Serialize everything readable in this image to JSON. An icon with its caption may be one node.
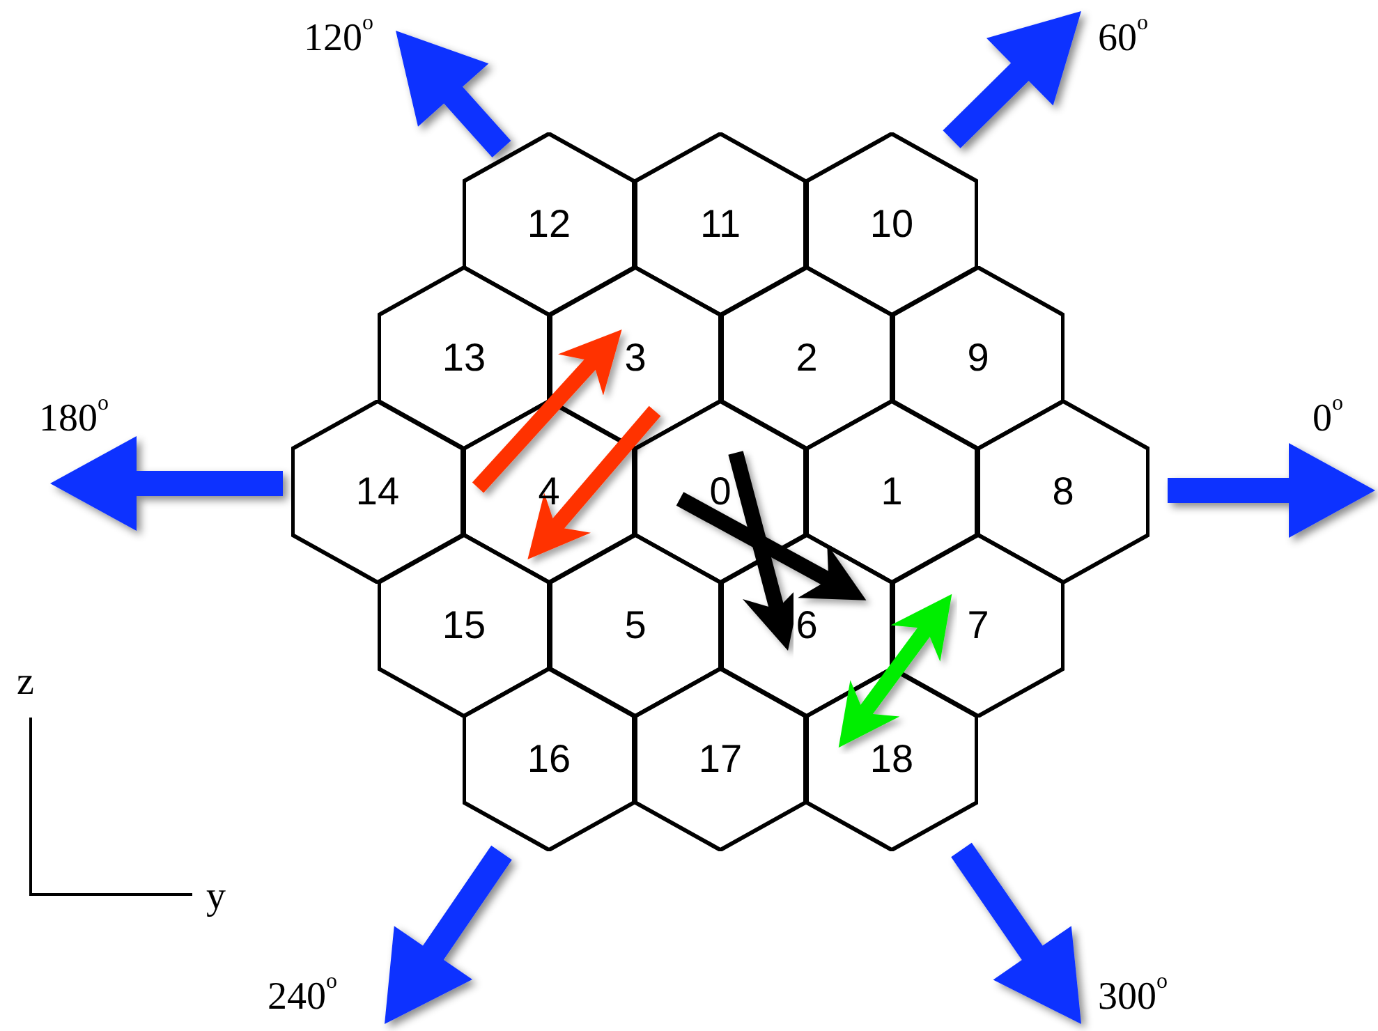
{
  "diagram": {
    "nodes": [
      {
        "text": [
          "12"
        ]
      },
      {
        "text": [
          "11"
        ]
      },
      {
        "text": [
          "10"
        ]
      },
      {
        "text": [
          "13"
        ]
      },
      {
        "text": [
          "3"
        ]
      },
      {
        "text": [
          "2"
        ]
      },
      {
        "text": [
          "9"
        ]
      },
      {
        "text": [
          "14"
        ]
      },
      {
        "text": [
          "4"
        ]
      },
      {
        "text": [
          "0"
        ]
      },
      {
        "text": [
          "1"
        ]
      },
      {
        "text": [
          "8"
        ]
      },
      {
        "text": [
          "15"
        ]
      },
      {
        "text": [
          "5"
        ]
      },
      {
        "text": [
          "6"
        ]
      },
      {
        "text": [
          "7"
        ]
      },
      {
        "text": [
          "16"
        ]
      },
      {
        "text": [
          "17"
        ]
      },
      {
        "text": [
          "18"
        ]
      }
    ],
    "edges": [
      {
        "from": 8,
        "to": 4,
        "arrow": "to",
        "color": "#ff3300"
      },
      {
        "from": 4,
        "to": 8,
        "arrow": "to",
        "color": "#ff3300"
      },
      {
        "from": 9,
        "to": 14,
        "arrow": "to",
        "color": "#000000"
      },
      {
        "from": 9,
        "to": 14,
        "arrow": "to",
        "color": "#000000"
      },
      {
        "from": 15,
        "to": 18,
        "arrow": "both",
        "color": "#00ee00"
      }
    ],
    "labels": [
      "120$^{o}$",
      "60$^{o}$",
      "180$^{o}$",
      "0$^{o}$",
      "z",
      "y",
      "240$^{o}$",
      "300$^{o}$"
    ]
  }
}
